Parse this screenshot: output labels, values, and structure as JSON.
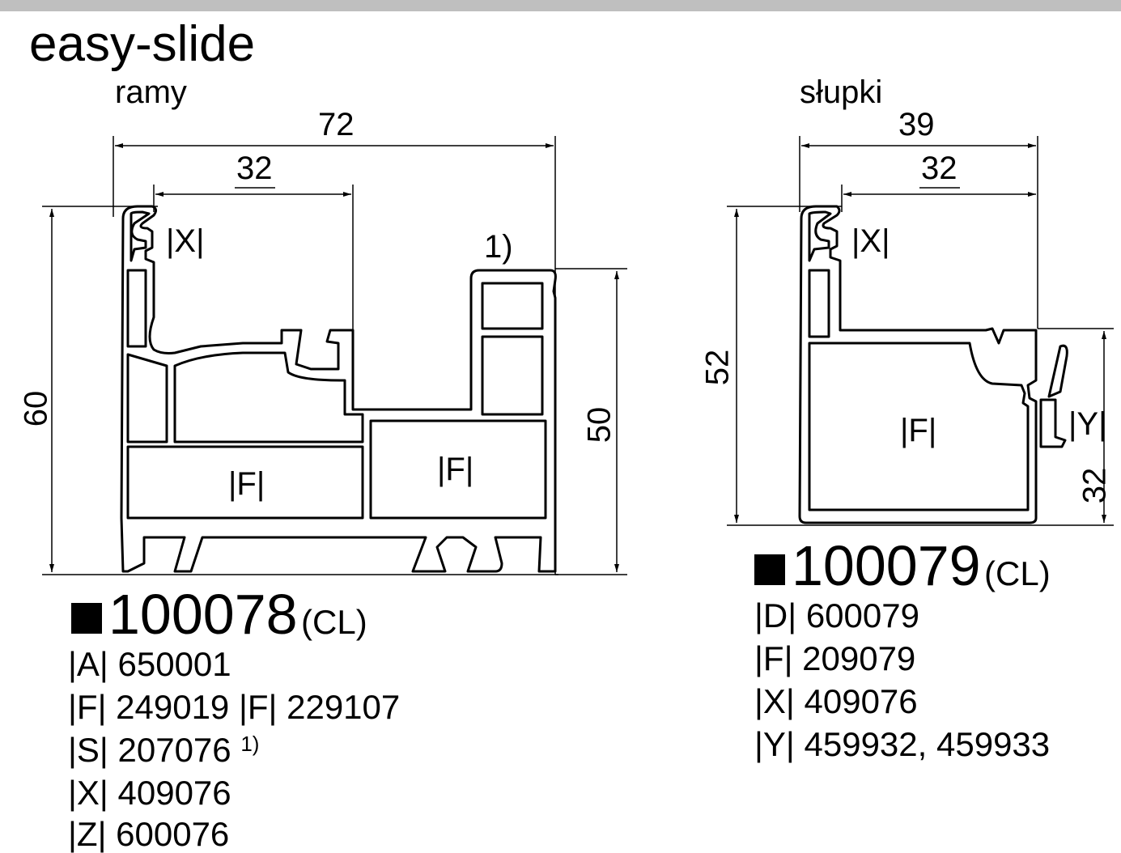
{
  "title": "easy-slide",
  "left": {
    "label": "ramy",
    "dims": {
      "width_total": "72",
      "width_inner": "32",
      "height_left": "60",
      "height_right": "50",
      "note_1": "1)"
    },
    "chamber_labels": {
      "x": "|X|",
      "f1": "|F|",
      "f2": "|F|"
    },
    "code": "100078",
    "code_suffix": "(CL)",
    "specs": [
      "|A| 650001",
      "|F| 249019 |F| 229107",
      "|S| 207076",
      "|X| 409076",
      "|Z| 600076"
    ],
    "spec_note": "1)"
  },
  "right": {
    "label": "słupki",
    "dims": {
      "width_total": "39",
      "width_inner": "32",
      "height_left": "52",
      "height_right": "32"
    },
    "chamber_labels": {
      "x": "|X|",
      "f": "|F|",
      "y": "|Y|"
    },
    "code": "100079",
    "code_suffix": "(CL)",
    "specs": [
      "|D| 600079",
      "|F| 209079",
      "|X| 409076",
      "|Y| 459932, 459933"
    ]
  }
}
